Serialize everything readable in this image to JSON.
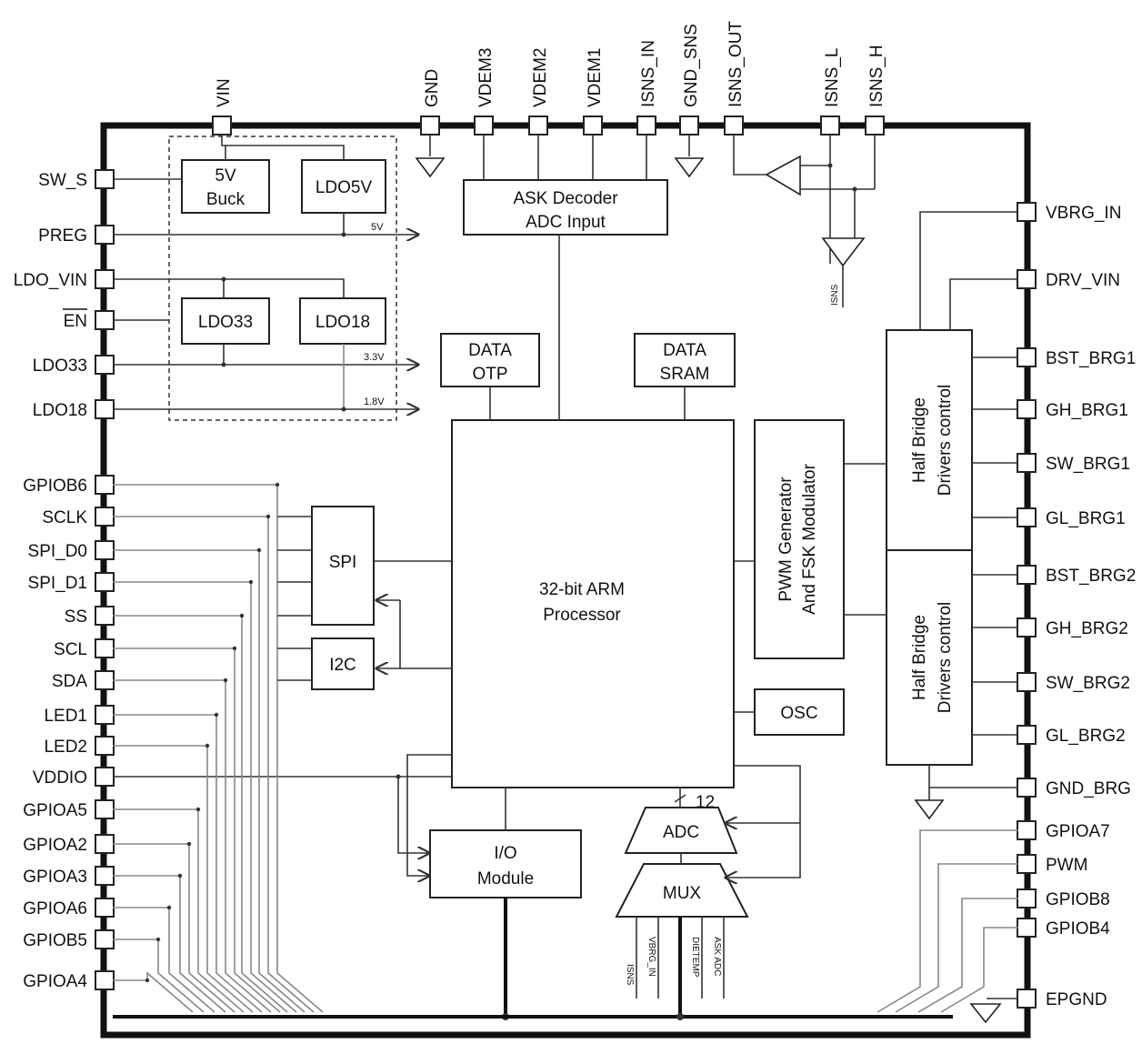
{
  "top_pins": [
    "VIN",
    "GND",
    "VDEM3",
    "VDEM2",
    "VDEM1",
    "ISNS_IN",
    "GND_SNS",
    "ISNS_OUT",
    "ISNS_L",
    "ISNS_H"
  ],
  "left_pins": [
    "SW_S",
    "PREG",
    "LDO_VIN",
    "EN",
    "LDO33",
    "LDO18",
    "GPIOB6",
    "SCLK",
    "SPI_D0",
    "SPI_D1",
    "SS",
    "SCL",
    "SDA",
    "LED1",
    "LED2",
    "VDDIO",
    "GPIOA5",
    "GPIOA2",
    "GPIOA3",
    "GPIOA6",
    "GPIOB5",
    "GPIOA4"
  ],
  "right_pins": [
    "VBRG_IN",
    "DRV_VIN",
    "BST_BRG1",
    "GH_BRG1",
    "SW_BRG1",
    "GL_BRG1",
    "BST_BRG2",
    "GH_BRG2",
    "SW_BRG2",
    "GL_BRG2",
    "GND_BRG",
    "GPIOA7",
    "PWM",
    "GPIOB8",
    "GPIOB4",
    "EPGND"
  ],
  "blocks": {
    "buck_line1": "5V",
    "buck_line2": "Buck",
    "ldo5v": "LDO5V",
    "ldo33": "LDO33",
    "ldo18": "LDO18",
    "ask_line1": "ASK Decoder",
    "ask_line2": "ADC Input",
    "otp_line1": "DATA",
    "otp_line2": "OTP",
    "sram_line1": "DATA",
    "sram_line2": "SRAM",
    "cpu_line1": "32-bit ARM",
    "cpu_line2": "Processor",
    "pwm_line1": "PWM Generator",
    "pwm_line2": "And FSK Modulator",
    "hb1_line1": "Half Bridge",
    "hb1_line2": "Drivers control",
    "hb2_line1": "Half Bridge",
    "hb2_line2": "Drivers control",
    "spi": "SPI",
    "i2c": "I2C",
    "osc": "OSC",
    "io_line1": "I/O",
    "io_line2": "Module",
    "adc": "ADC",
    "mux": "MUX"
  },
  "annotations": {
    "v5": "5V",
    "v33": "3.3V",
    "v18": "1.8V",
    "adc_bits": "12",
    "isns_amp": "ISNS",
    "mux_in1": "ISNS",
    "mux_in2": "VBRG_IN",
    "mux_in3": "DIETEMP",
    "mux_in4": "ASK ADC"
  }
}
